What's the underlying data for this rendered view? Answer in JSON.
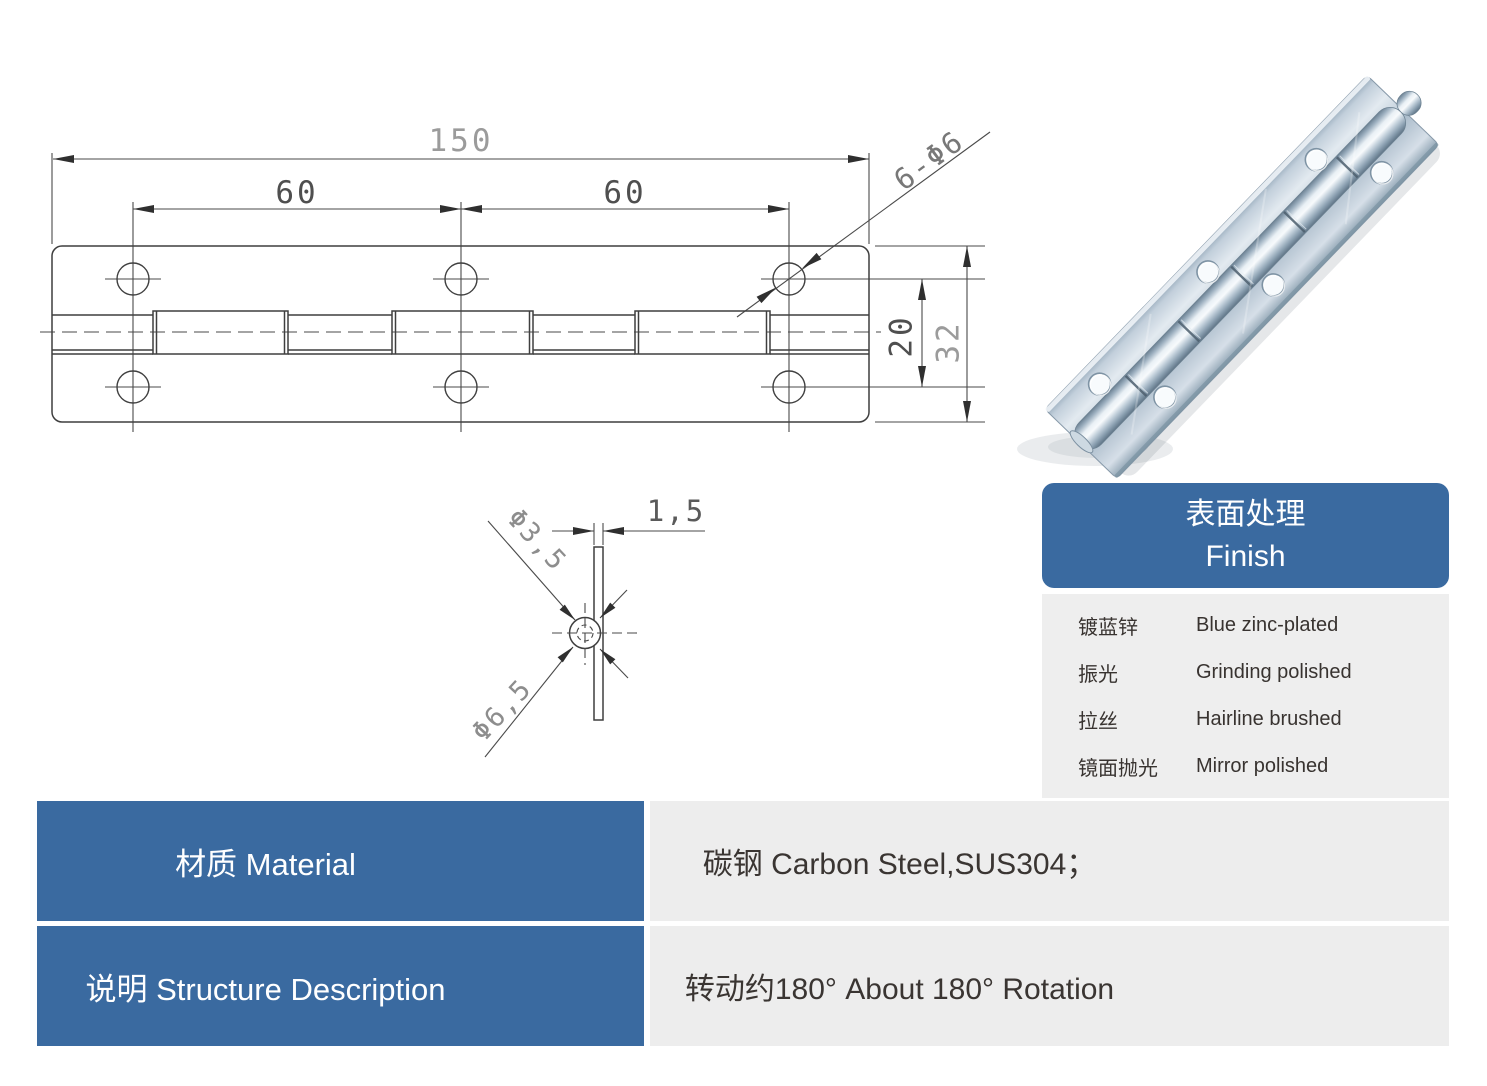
{
  "colors": {
    "accent_blue": "#3a6aa0",
    "cell_gray": "#ededed",
    "panel_gray": "#eeeeee",
    "line_dark": "#3f3f3f",
    "dim_text_dark": "#4f4f4f",
    "dim_text_light": "#9b9b9b",
    "text_dark": "#3a3532"
  },
  "drawing": {
    "front_view": {
      "overall_length": "150",
      "hole_pitch_left": "60",
      "hole_pitch_right": "60",
      "holes_callout": "6-Φ6",
      "hole_row_offset": "20",
      "overall_width": "32"
    },
    "section_view": {
      "pin_hole_dia": "Φ3,5",
      "leaf_thickness": "1,5",
      "knuckle_dia": "Φ6,5"
    }
  },
  "finish": {
    "title_zh": "表面处理",
    "title_en": "Finish",
    "rows": [
      {
        "zh": "镀蓝锌",
        "en": "Blue zinc-plated"
      },
      {
        "zh": "振光",
        "en": "Grinding polished"
      },
      {
        "zh": "拉丝",
        "en": "Hairline brushed"
      },
      {
        "zh": "镜面抛光",
        "en": "Mirror polished"
      }
    ]
  },
  "specs": {
    "material_label": "材质 Material",
    "material_value": "碳钢   Carbon Steel,SUS304；",
    "structure_label": "说明 Structure Description",
    "structure_value": "转动约180°   About 180° Rotation"
  }
}
